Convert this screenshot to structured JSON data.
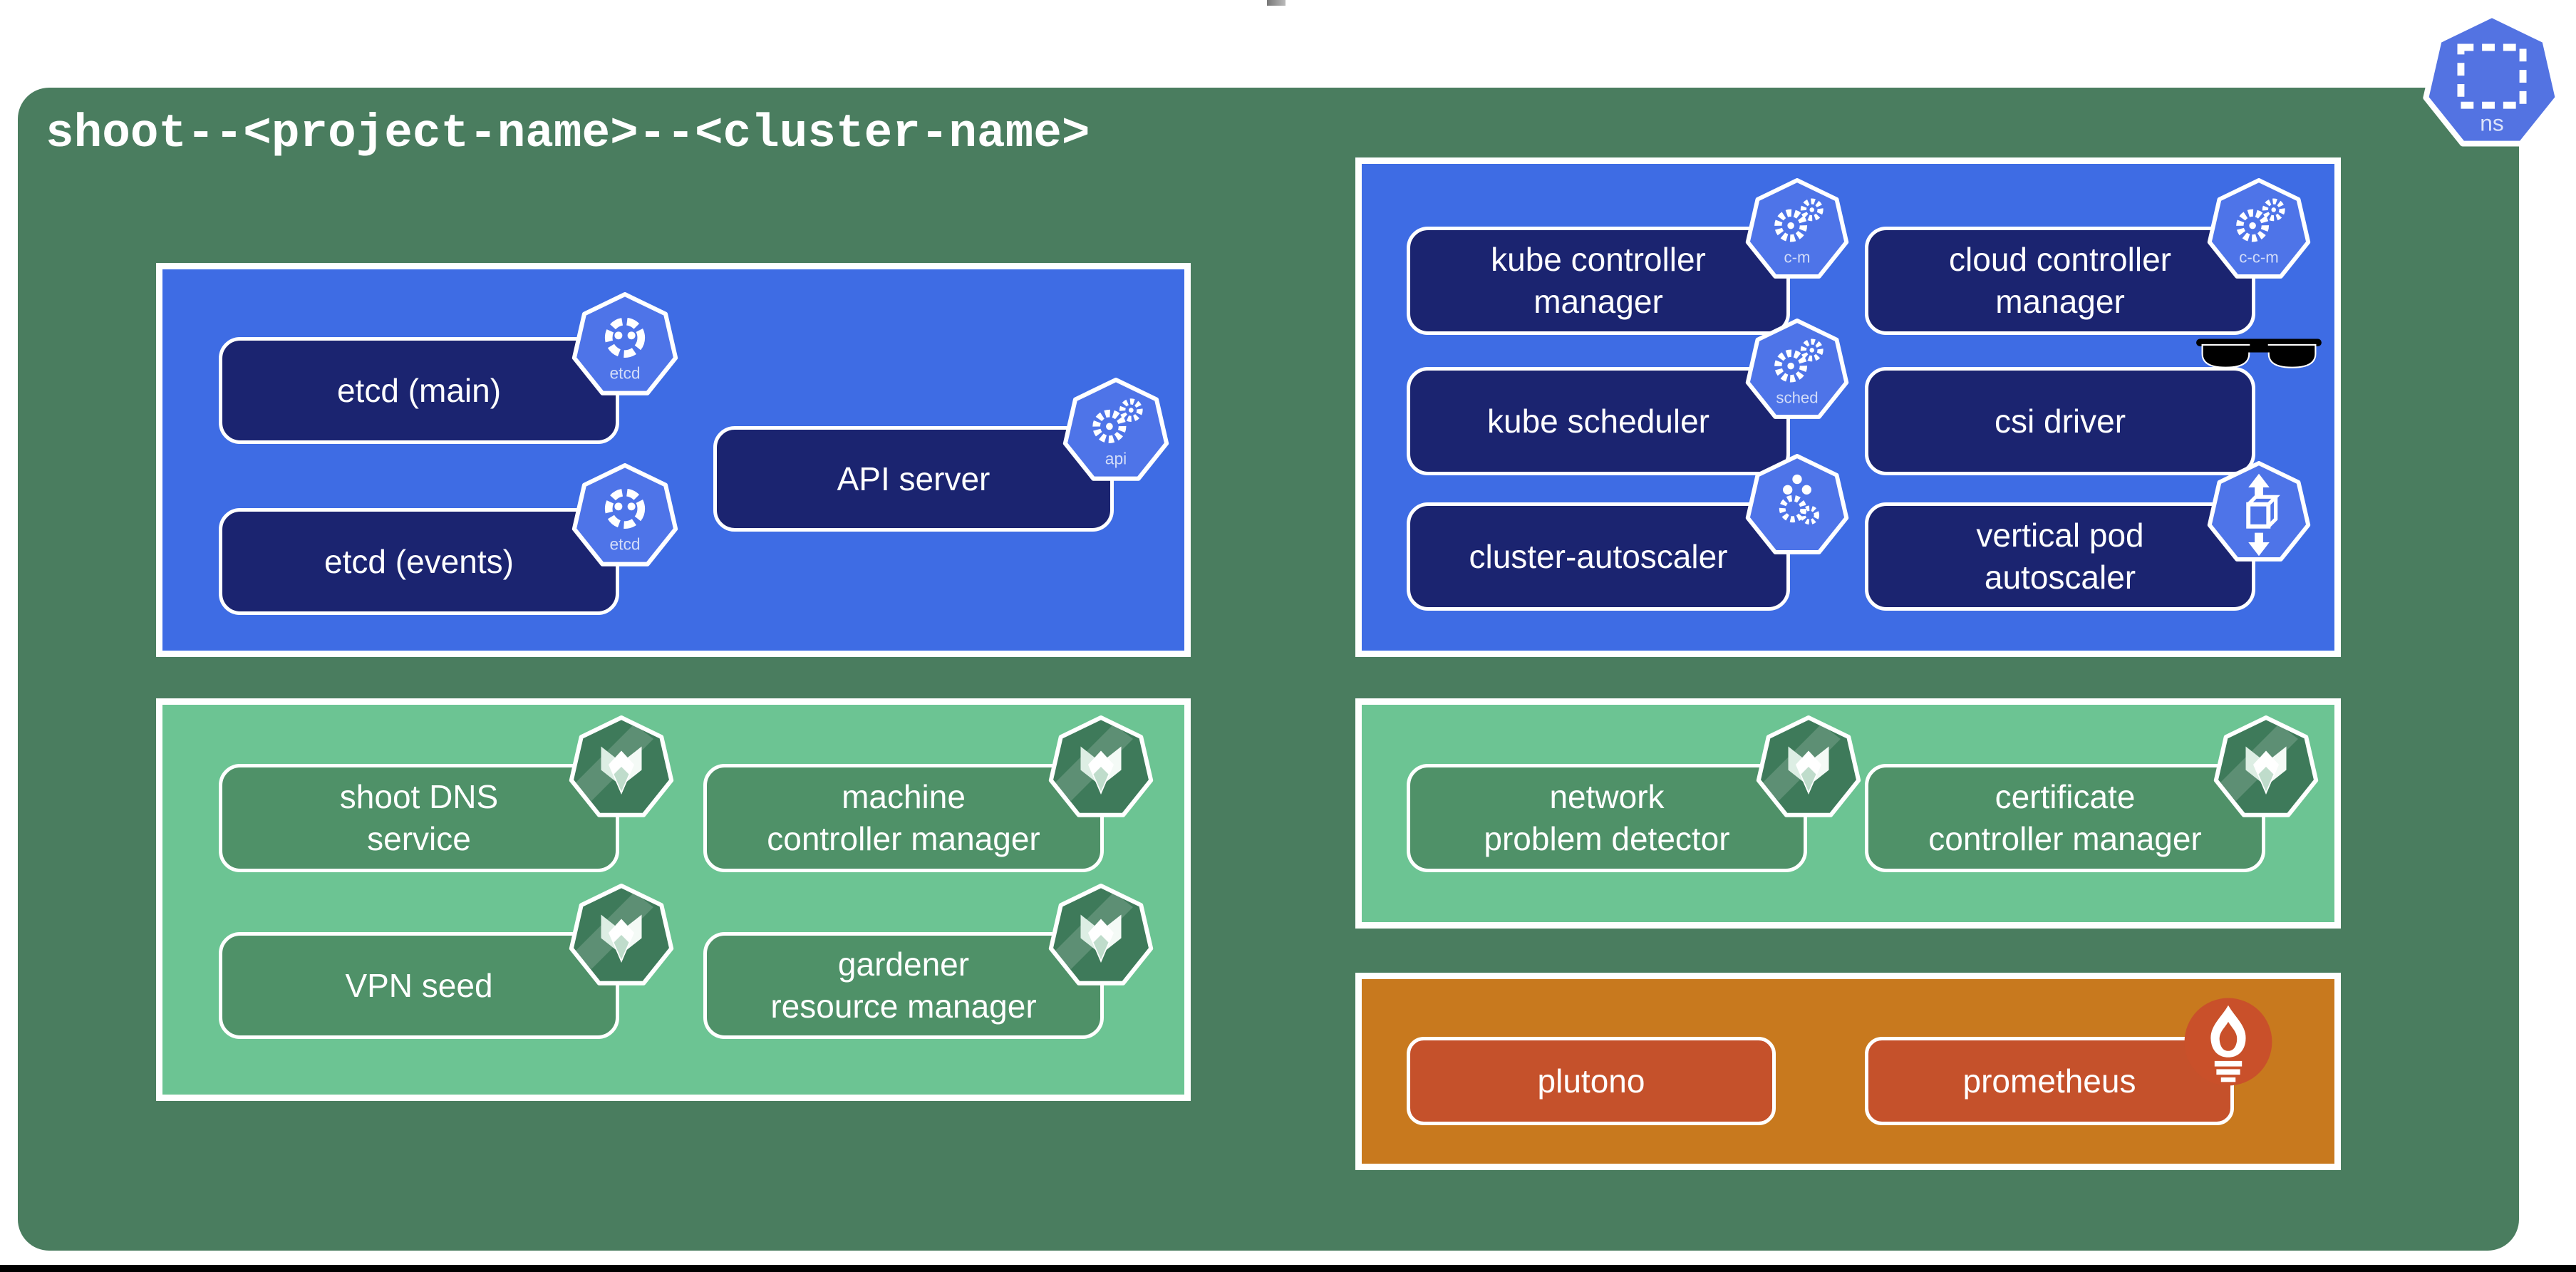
{
  "page": {
    "title": "shoot--<project-name>--<cluster-name>",
    "namespace_icon_label": "ns"
  },
  "colors": {
    "container_green": "#4A7D5F",
    "panel_blue": "#3E6CE4",
    "badge_navy": "#1B2470",
    "icon_blue": "#4E74E8",
    "namespace_icon_blue": "#5373E2",
    "panel_light_green": "#6CC493",
    "badge_green": "#4F9168",
    "icon_dark_green": "#3E7A5A",
    "panel_orange": "#C8791E",
    "badge_red_orange": "#C5512B",
    "prometheus_red": "#C9502A",
    "text_white": "#FFFFFF"
  },
  "control_plane_panel": {
    "etcd_main": {
      "label": "etcd (main)",
      "icon_label": "etcd"
    },
    "api_server": {
      "label": "API server",
      "icon_label": "api"
    },
    "etcd_events": {
      "label": "etcd (events)",
      "icon_label": "etcd"
    }
  },
  "controllers_panel": {
    "kube_controller_manager": {
      "label": "kube controller\nmanager",
      "icon_label": "c-m"
    },
    "cloud_controller_manager": {
      "label": "cloud controller\nmanager",
      "icon_label": "c-c-m"
    },
    "kube_scheduler": {
      "label": "kube scheduler",
      "icon_label": "sched"
    },
    "csi_driver": {
      "label": "csi driver"
    },
    "cluster_autoscaler": {
      "label": "cluster-autoscaler"
    },
    "vertical_pod_autoscaler": {
      "label": "vertical pod\nautoscaler"
    }
  },
  "gardener_system_panel": {
    "shoot_dns_service": {
      "label": "shoot DNS\nservice"
    },
    "machine_controller_manager": {
      "label": "machine\ncontroller manager"
    },
    "vpn_seed": {
      "label": "VPN seed"
    },
    "gardener_resource_manager": {
      "label": "gardener\nresource manager"
    }
  },
  "gardener_ops_panel": {
    "network_problem_detector": {
      "label": "network\nproblem detector"
    },
    "certificate_controller_manager": {
      "label": "certificate\ncontroller manager"
    }
  },
  "monitoring_panel": {
    "plutono": {
      "label": "plutono"
    },
    "prometheus": {
      "label": "prometheus"
    }
  }
}
